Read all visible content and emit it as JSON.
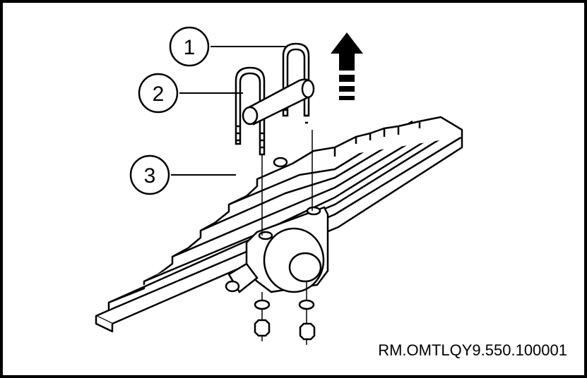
{
  "callouts": [
    {
      "number": "1"
    },
    {
      "number": "2"
    },
    {
      "number": "3"
    }
  ],
  "reference_code": "RM.OMTLQY9.550.100001",
  "icons": {
    "arrow": "upward-arrow-icon"
  }
}
